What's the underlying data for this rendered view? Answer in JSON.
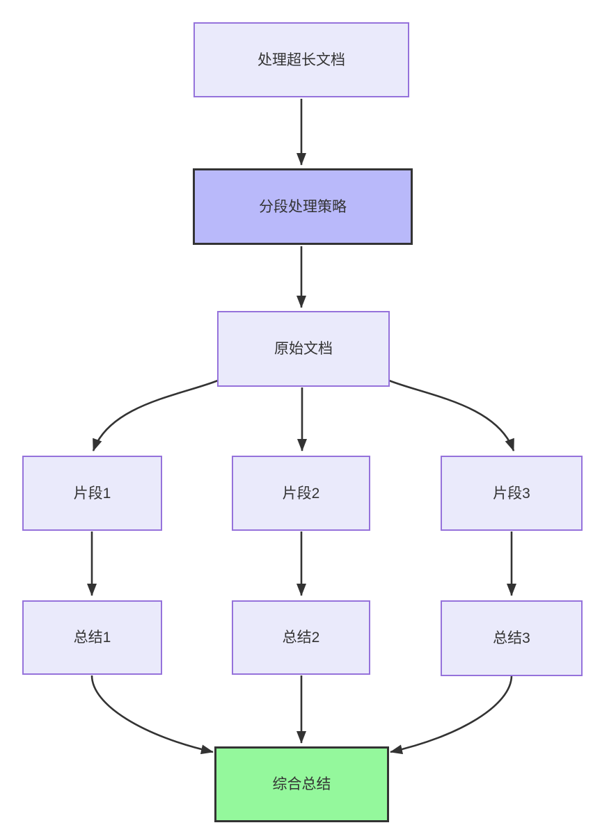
{
  "nodes": {
    "process": {
      "label": "处理超长文档"
    },
    "strategy": {
      "label": "分段处理策略"
    },
    "original": {
      "label": "原始文档"
    },
    "frag1": {
      "label": "片段1"
    },
    "frag2": {
      "label": "片段2"
    },
    "frag3": {
      "label": "片段3"
    },
    "sum1": {
      "label": "总结1"
    },
    "sum2": {
      "label": "总结2"
    },
    "sum3": {
      "label": "总结3"
    },
    "final": {
      "label": "综合总结"
    }
  },
  "edges": [
    {
      "from": "process",
      "to": "strategy"
    },
    {
      "from": "strategy",
      "to": "original"
    },
    {
      "from": "original",
      "to": "frag1"
    },
    {
      "from": "original",
      "to": "frag2"
    },
    {
      "from": "original",
      "to": "frag3"
    },
    {
      "from": "frag1",
      "to": "sum1"
    },
    {
      "from": "frag2",
      "to": "sum2"
    },
    {
      "from": "frag3",
      "to": "sum3"
    },
    {
      "from": "sum1",
      "to": "final"
    },
    {
      "from": "sum2",
      "to": "final"
    },
    {
      "from": "sum3",
      "to": "final"
    }
  ],
  "theme": {
    "background": "#ffffff",
    "node_fill": "#eaeafb",
    "node_border": "#9572db",
    "strategy_fill": "#b9b9fa",
    "strategy_border": "#333333",
    "final_fill": "#94f89c",
    "final_border": "#333333",
    "edge_color": "#333333",
    "text_color": "#333333"
  }
}
